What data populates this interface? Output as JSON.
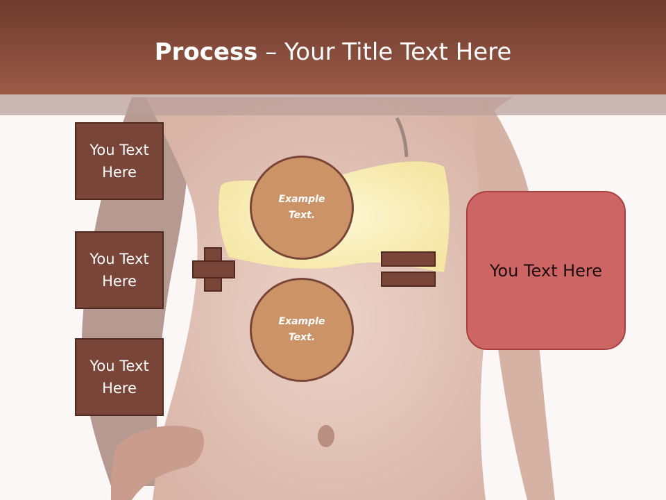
{
  "title": {
    "bold": "Process",
    "rest": " – Your Title Text Here"
  },
  "left_boxes": [
    {
      "text": "You Text Here"
    },
    {
      "text": "You Text Here"
    },
    {
      "text": "You Text Here"
    }
  ],
  "circles": [
    {
      "text": "Example Text."
    },
    {
      "text": "Example Text."
    }
  ],
  "result": {
    "text": "You Text Here"
  },
  "colors": {
    "title_bar": "#9a5a46",
    "box_fill": "#794538",
    "circle_fill": "#cc9466",
    "result_fill": "#cd6565"
  },
  "symbols": {
    "operator_1": "plus-sign",
    "operator_2": "equals-sign"
  }
}
